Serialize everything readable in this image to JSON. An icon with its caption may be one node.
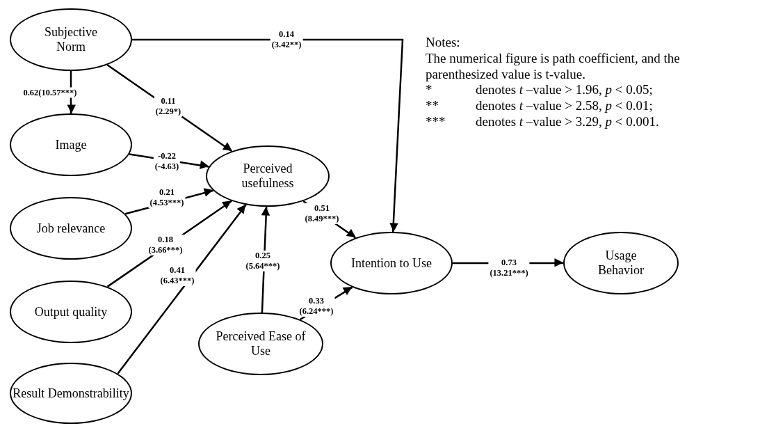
{
  "diagram": {
    "nodes": [
      {
        "text": [
          "Subjective Norm"
        ]
      },
      {
        "text": [
          "Image"
        ]
      },
      {
        "text": [
          "Job relevance"
        ]
      },
      {
        "text": [
          "Output quality"
        ]
      },
      {
        "text": [
          "Result Demonstrability"
        ]
      },
      {
        "text": [
          "Perceived usefulness"
        ]
      },
      {
        "text": [
          "Intention to Use"
        ]
      },
      {
        "text": [
          "Perceived Ease of Use"
        ]
      },
      {
        "text": [
          "Usage Behavior"
        ]
      }
    ],
    "edges": [
      {
        "from": 0,
        "to": 1,
        "arrow": "to",
        "label": "0.62(10.57***)"
      },
      {
        "from": 0,
        "to": 5,
        "arrow": "to",
        "label": "0.11 (2.29*)"
      },
      {
        "from": 0,
        "to": 6,
        "arrow": "to",
        "label": "0.14 (3.42**)"
      },
      {
        "from": 1,
        "to": 5,
        "arrow": "to",
        "label": "-0.22 (-4.63)"
      },
      {
        "from": 2,
        "to": 5,
        "arrow": "to",
        "label": "0.21 (4.53***)"
      },
      {
        "from": 3,
        "to": 5,
        "arrow": "to",
        "label": "0.18 (3.66***)"
      },
      {
        "from": 4,
        "to": 5,
        "arrow": "to",
        "label": "0.41 (6.43***)"
      },
      {
        "from": 5,
        "to": 6,
        "arrow": "to",
        "label": "0.51 (8.49***)"
      },
      {
        "from": 7,
        "to": 5,
        "arrow": "to",
        "label": "0.25 (5.64***)"
      },
      {
        "from": 7,
        "to": 6,
        "arrow": "to",
        "label": "0.33 (6.24***)"
      },
      {
        "from": 6,
        "to": 8,
        "arrow": "to",
        "label": "0.73 (13.21***)"
      }
    ],
    "labels": [
      "Notes:",
      "The numerical figure is path coefficient, and the parenthesized value is t-value.",
      "*",
      "denotes *t* –value > 1.96, *p* < 0.05;",
      "**",
      "denotes *t* –value > 2.58, *p* < 0.01;",
      "***",
      "denotes *t* –value > 3.29, *p* < 0.001."
    ]
  }
}
